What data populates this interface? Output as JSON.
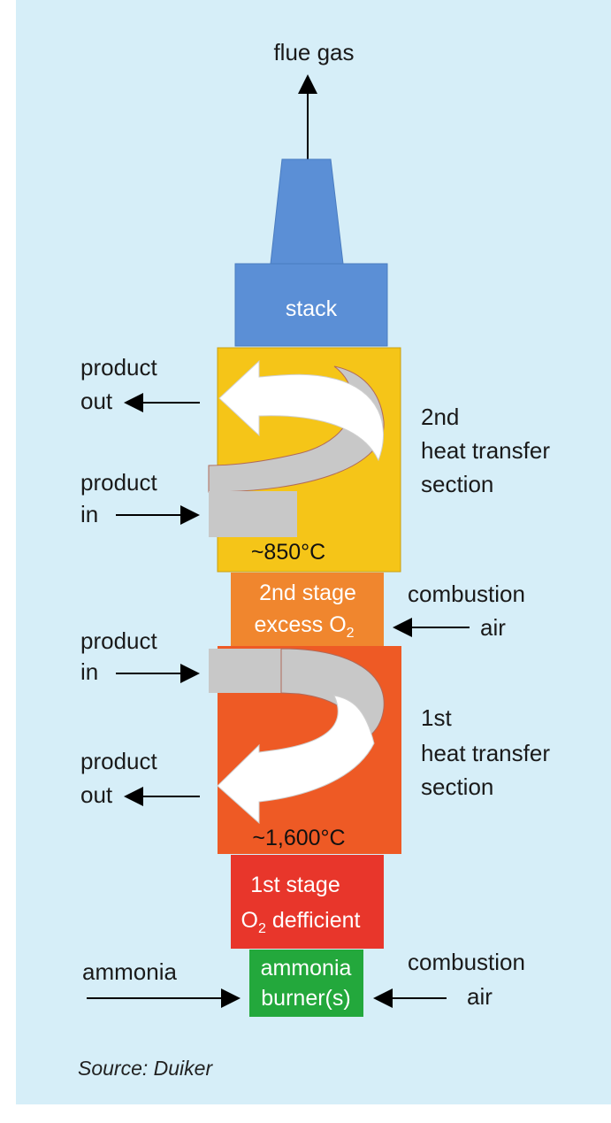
{
  "labels": {
    "flue_gas": "flue gas",
    "stack": "stack",
    "product_out_top_1": "product",
    "product_out_top_2": "out",
    "product_in_top_1": "product",
    "product_in_top_2": "in",
    "section2_1": "2nd",
    "section2_2": "heat transfer",
    "section2_3": "section",
    "temp_top": "~850°C",
    "stage2_1": "2nd stage",
    "stage2_2": "excess O",
    "stage2_sub": "2",
    "combustion_air_top_1": "combustion",
    "combustion_air_top_2": "air",
    "product_in_bot_1": "product",
    "product_in_bot_2": "in",
    "section1_1": "1st",
    "section1_2": "heat transfer",
    "section1_3": "section",
    "product_out_bot_1": "product",
    "product_out_bot_2": "out",
    "temp_bot": "~1,600°C",
    "stage1_1": "1st stage",
    "stage1_2_sub": "2",
    "stage1_2_prefix": "O",
    "stage1_2_suffix": " defficient",
    "ammonia": "ammonia",
    "burner_1": "ammonia",
    "burner_2": "burner(s)",
    "combustion_air_bot_1": "combustion",
    "combustion_air_bot_2": "air"
  },
  "source": "Source: Duiker",
  "colors": {
    "background": "#d6eef8",
    "stack": "#5b8fd6",
    "section_top": "#f5c518",
    "stage2": "#f0862e",
    "section_bottom": "#ee5a25",
    "stage1": "#e8362b",
    "burner": "#23a83c",
    "flow_gray": "#c8c8c8",
    "flow_white": "#ffffff"
  }
}
